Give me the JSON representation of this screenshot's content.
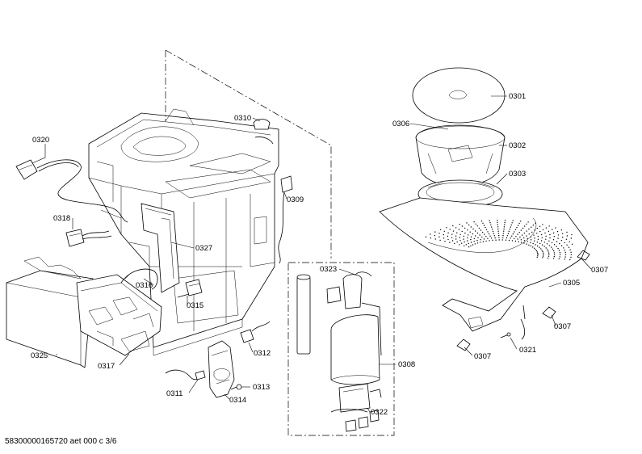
{
  "diagram": {
    "parts": [
      {
        "id": "0301"
      },
      {
        "id": "0302"
      },
      {
        "id": "0303"
      },
      {
        "id": "0305"
      },
      {
        "id": "0306"
      },
      {
        "id": "0307"
      },
      {
        "id": "0307"
      },
      {
        "id": "0307"
      },
      {
        "id": "0308"
      },
      {
        "id": "0309"
      },
      {
        "id": "0310"
      },
      {
        "id": "0311"
      },
      {
        "id": "0312"
      },
      {
        "id": "0313"
      },
      {
        "id": "0314"
      },
      {
        "id": "0315"
      },
      {
        "id": "0316"
      },
      {
        "id": "0317"
      },
      {
        "id": "0318"
      },
      {
        "id": "0320"
      },
      {
        "id": "0321"
      },
      {
        "id": "0322"
      },
      {
        "id": "0323"
      },
      {
        "id": "0325"
      },
      {
        "id": "0327"
      }
    ]
  },
  "footer": {
    "code": "58300000165720 aet 000 c 3/6"
  }
}
